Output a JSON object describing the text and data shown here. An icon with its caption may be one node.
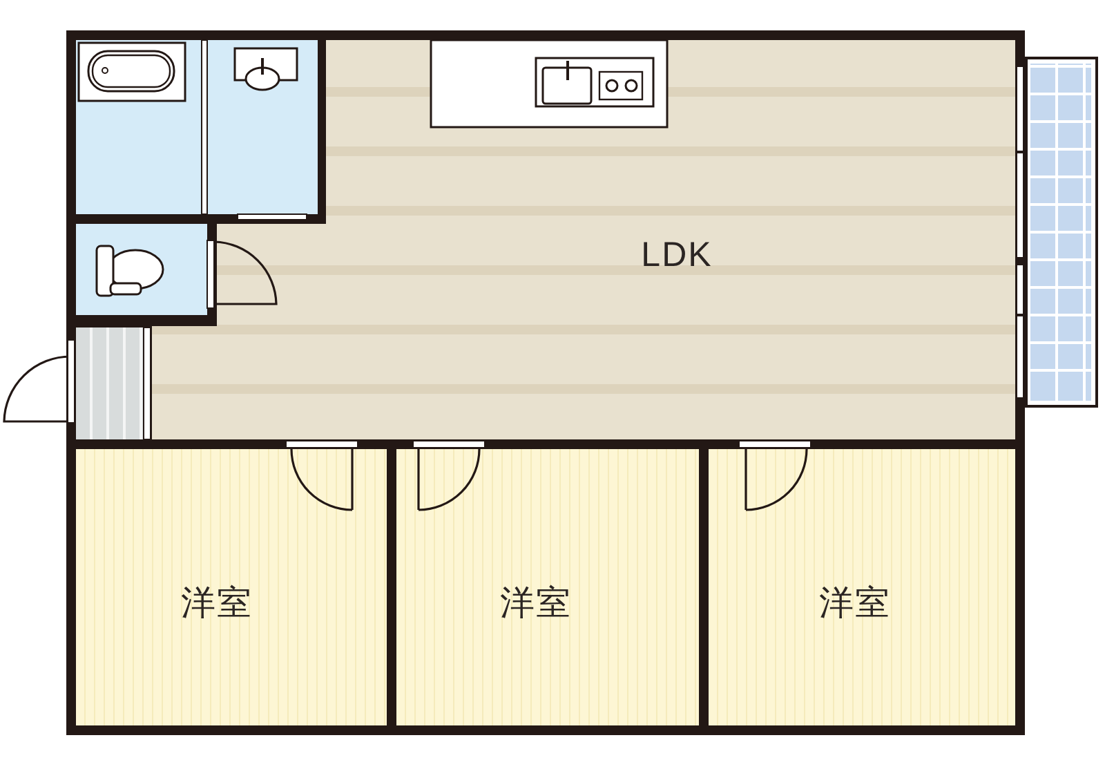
{
  "diagram": {
    "nodes": [
      {
        "text": [],
        "shape": "box"
      },
      {
        "text": [],
        "shape": "box"
      },
      {
        "text": [
          "LDK"
        ]
      },
      {
        "text": [],
        "shape": "box"
      },
      {
        "text": [],
        "shape": "box"
      },
      {
        "text": [],
        "shape": "box"
      },
      {
        "text": [
          "洋室"
        ]
      },
      {
        "text": [
          "洋室"
        ]
      },
      {
        "text": [
          "洋室"
        ]
      }
    ]
  }
}
